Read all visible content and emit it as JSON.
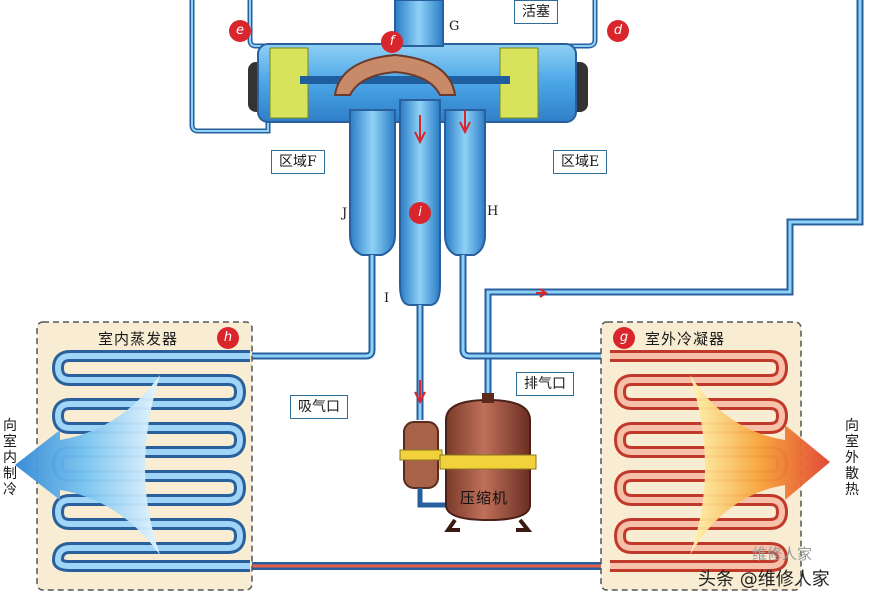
{
  "labels": {
    "piston": "活塞",
    "zone_f": "区域F",
    "zone_e": "区域E",
    "suction": "吸气口",
    "discharge": "排气口",
    "compressor": "压缩机",
    "indoor_evap": "室内蒸发器",
    "outdoor_cond": "室外冷凝器",
    "to_indoor": "向室内制冷",
    "to_outdoor": "向室外散热"
  },
  "pins": {
    "e": "e",
    "f": "f",
    "d": "d",
    "i": "i",
    "h": "h",
    "g": "g"
  },
  "ports": {
    "G": "G",
    "J": "J",
    "H": "H",
    "I": "I"
  },
  "watermark": {
    "text": "头条 @维修人家",
    "faint": "维修人家"
  },
  "colors": {
    "pipe_blue": "#3a8fd8",
    "pipe_edge": "#2a5f9e",
    "hot_red": "#e04a3a",
    "body_blue": "#5fb5ec",
    "box_bg": "#f8ecd2"
  }
}
